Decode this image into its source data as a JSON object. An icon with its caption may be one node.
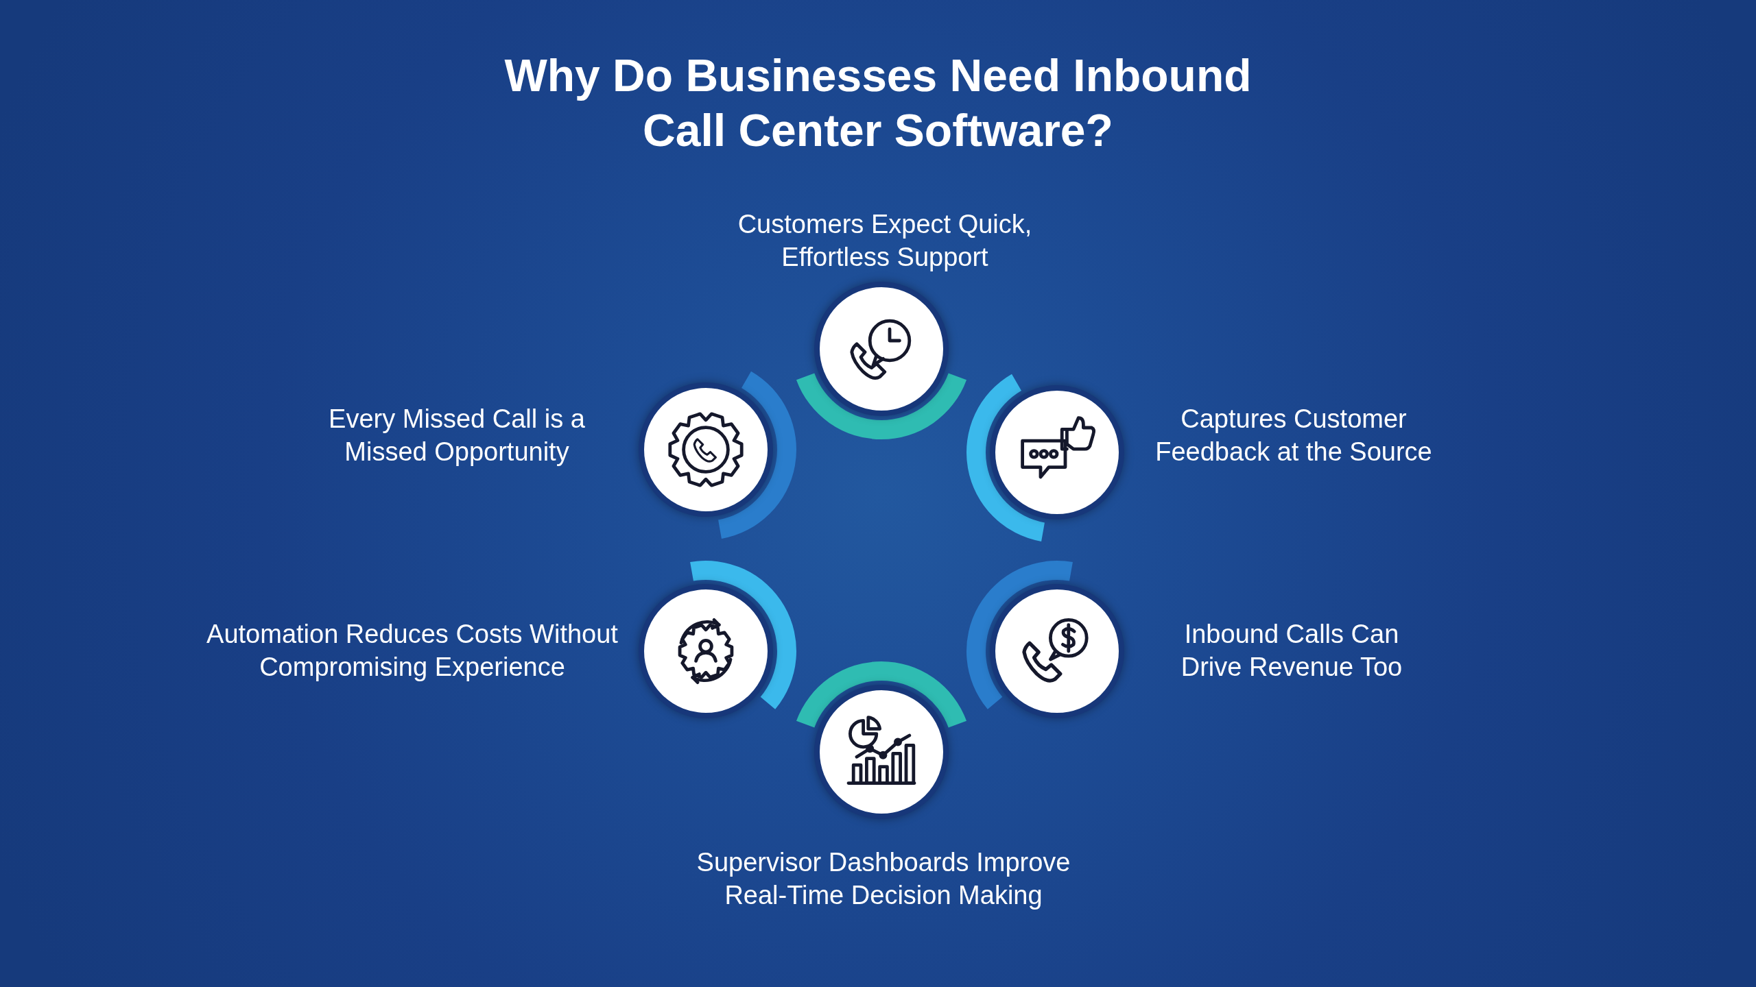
{
  "diagram": {
    "title": "Why Do Businesses Need Inbound Call Center Software?",
    "nodes": [
      {
        "text": [
          "Customers Expect Quick, Effortless Support"
        ]
      },
      {
        "text": [
          "Every Missed Call is a Missed Opportunity"
        ]
      },
      {
        "text": [
          "Captures Customer Feedback at the Source"
        ]
      },
      {
        "text": [
          "Automation Reduces Costs Without Compromising Experience"
        ]
      },
      {
        "text": [
          "Inbound Calls Can Drive Revenue Too"
        ]
      },
      {
        "text": [
          "Supervisor Dashboards Improve Real-Time Decision Making"
        ]
      }
    ],
    "edges": []
  }
}
